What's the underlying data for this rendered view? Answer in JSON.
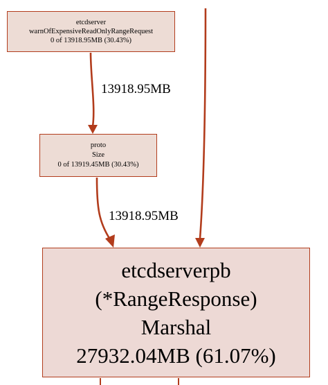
{
  "colors": {
    "edge": "#b23c1c",
    "node_fill": "#eddcd5",
    "node_border": "#b23c1c",
    "hot_node_fill": "#edd9d5"
  },
  "nodes": {
    "warn": {
      "package": "etcdserver",
      "function": "warnOfExpensiveReadOnlyRangeRequest",
      "stats": "0 of 13918.95MB (30.43%)"
    },
    "size": {
      "package": "proto",
      "function": "Size",
      "stats": "0 of 13919.45MB (30.43%)"
    },
    "marshal": {
      "package": "etcdserverpb",
      "receiver": "(*RangeResponse)",
      "function": "Marshal",
      "stats": "27932.04MB (61.07%)"
    }
  },
  "edges": {
    "warn_to_size": "13918.95MB",
    "size_to_marshal": "13918.95MB"
  }
}
